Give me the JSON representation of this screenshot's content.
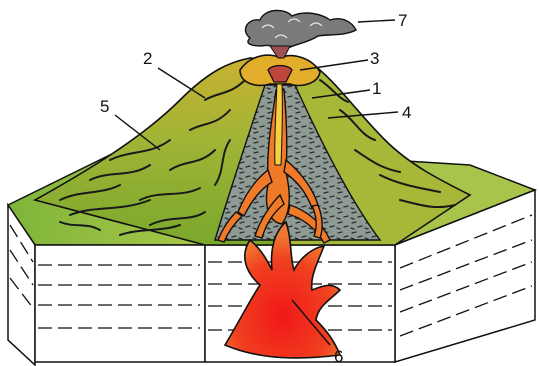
{
  "diagram": {
    "labels": {
      "n1": "1",
      "n2": "2",
      "n3": "3",
      "n4": "4",
      "n5": "5",
      "n6": "6",
      "n7": "7"
    }
  },
  "colors": {
    "slope_green": "#7fae2e",
    "slope_light": "#b7c83a",
    "crater_yellow": "#e2ad2a",
    "cone_gray": "#8c9690",
    "ground_top": "#8fbf3a",
    "lava_red": "#f03020",
    "lava_orange": "#f07a28",
    "ash_gray": "#7a7a7a"
  }
}
